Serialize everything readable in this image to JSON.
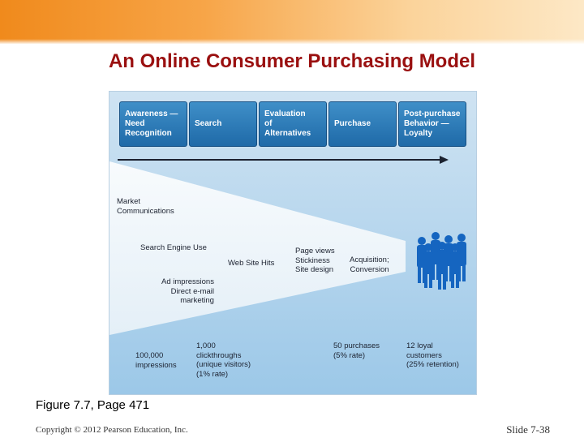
{
  "title": "An Online Consumer Purchasing Model",
  "stages": [
    {
      "label": "Awareness —\nNeed\nRecognition"
    },
    {
      "label": "Search"
    },
    {
      "label": "Evaluation\nof\nAlternatives"
    },
    {
      "label": "Purchase"
    },
    {
      "label": "Post-purchase\nBehavior —\nLoyalty"
    }
  ],
  "funnel_labels": {
    "market_communications": "Market\nCommunications",
    "search_engine_use": "Search Engine Use",
    "web_site_hits": "Web Site Hits",
    "page_views": "Page views\nStickiness\nSite design",
    "acquisition": "Acquisition;\nConversion",
    "ad_impressions": "Ad impressions\nDirect e-mail\nmarketing"
  },
  "metrics": {
    "impressions": "100,000\nimpressions",
    "clickthroughs": "1,000\nclickthroughs\n(unique visitors)\n(1% rate)",
    "purchases": "50 purchases\n(5% rate)",
    "loyal": "12 loyal\ncustomers\n(25% retention)"
  },
  "caption": "Figure 7.7, Page 471",
  "copyright": "Copyright © 2012 Pearson Education, Inc.",
  "slide_number": "Slide 7-38",
  "colors": {
    "title": "#9a1010",
    "stage_box": "#2a78b8",
    "background": "#a8cfea",
    "people": "#1565c0"
  }
}
